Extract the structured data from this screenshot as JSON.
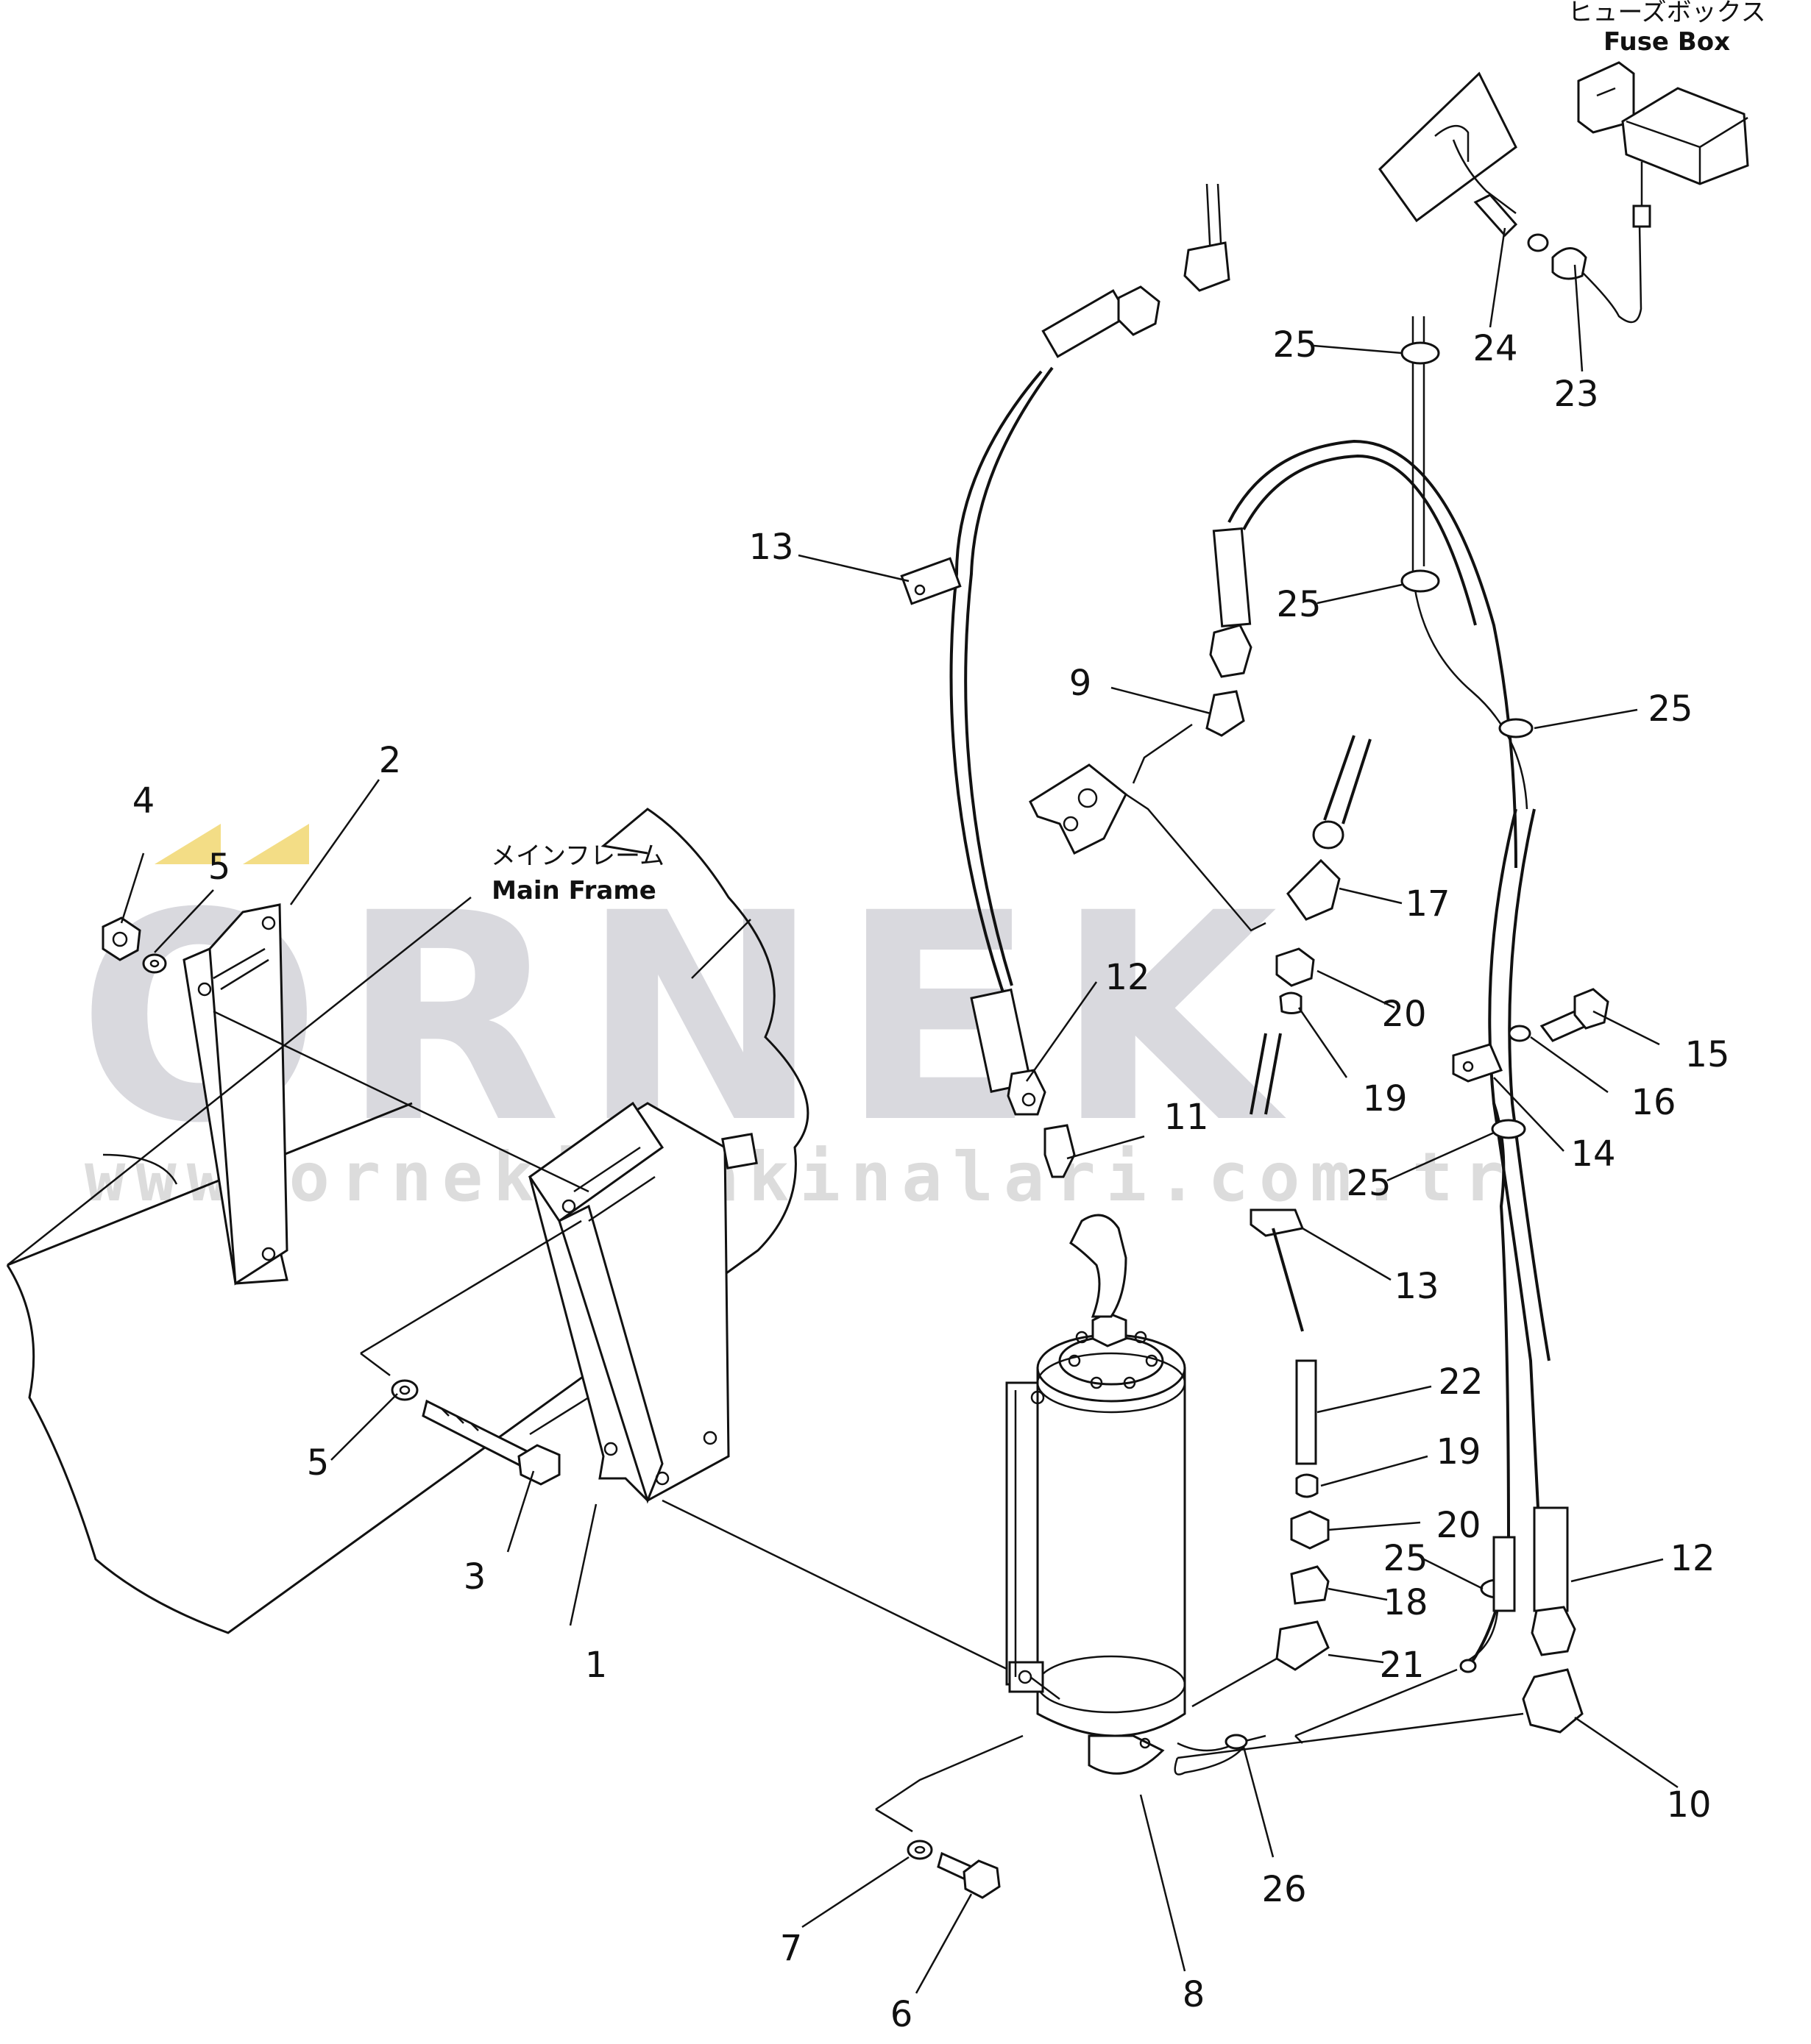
{
  "watermark": {
    "brand": "ORNEK",
    "url": "www.ornekismakinalari.com.tr",
    "accent_color": "#f3dd86",
    "text_color": "#d9d9de"
  },
  "labels": {
    "fuse_box_jp": "ヒューズボックス",
    "fuse_box_en": "Fuse Box",
    "main_frame_jp": "メインフレーム",
    "main_frame_en": "Main Frame"
  },
  "callouts": [
    "1",
    "2",
    "3",
    "4",
    "5",
    "5",
    "6",
    "7",
    "8",
    "9",
    "10",
    "11",
    "12",
    "12",
    "13",
    "13",
    "14",
    "15",
    "16",
    "17",
    "18",
    "19",
    "19",
    "20",
    "20",
    "21",
    "22",
    "23",
    "24",
    "25",
    "25",
    "25",
    "25",
    "25",
    "26"
  ]
}
